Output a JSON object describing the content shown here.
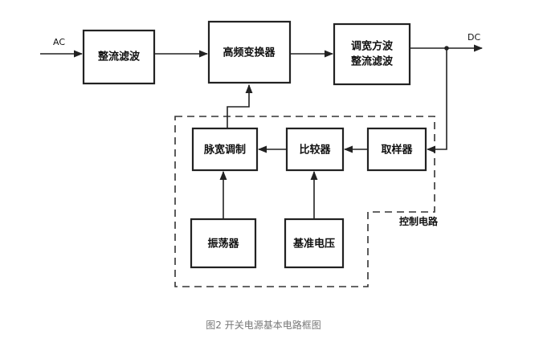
{
  "diagram": {
    "input_label": "AC",
    "output_label": "DC",
    "blocks": {
      "rectifier_filter": "整流滤波",
      "hf_converter": "高频变换器",
      "pwm_rect_filter_line1": "调宽方波",
      "pwm_rect_filter_line2": "整流滤波",
      "pwm": "脉宽调制",
      "comparator": "比较器",
      "sampler": "取样器",
      "oscillator": "振荡器",
      "reference": "基准电压"
    },
    "control_region_label": "控制电路"
  },
  "caption": "图2 开关电源基本电路框图"
}
